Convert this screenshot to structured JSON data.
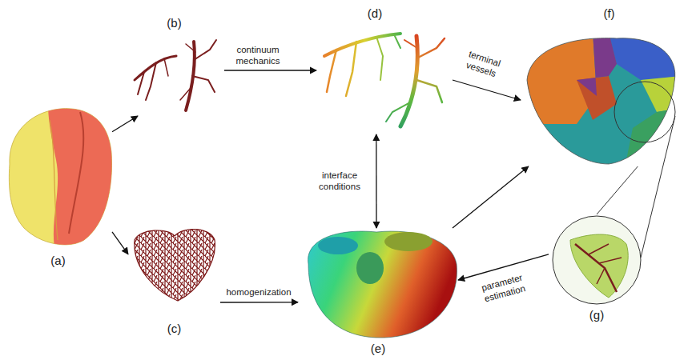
{
  "diagram": {
    "nodes": [
      {
        "text": [
          "(a)"
        ]
      },
      {
        "text": [
          "(b)"
        ]
      },
      {
        "text": [
          "(c)"
        ]
      },
      {
        "text": [
          "(d)"
        ]
      },
      {
        "text": [
          "(e)"
        ]
      },
      {
        "text": [
          "(f)"
        ]
      },
      {
        "text": [
          "(g)"
        ]
      }
    ],
    "edges": [
      {
        "from": 0,
        "to": 1,
        "arrow": "to"
      },
      {
        "from": 0,
        "to": 2,
        "arrow": "to"
      },
      {
        "from": 1,
        "to": 3,
        "label": "continuum mechanics",
        "arrow": "to"
      },
      {
        "from": 3,
        "to": 5,
        "label": "terminal vessels",
        "arrow": "to"
      },
      {
        "from": 2,
        "to": 4,
        "label": "homogenization",
        "arrow": "to"
      },
      {
        "from": 3,
        "to": 4,
        "label": "interface conditions",
        "arrow": "both"
      },
      {
        "from": 4,
        "to": 5,
        "arrow": "to"
      },
      {
        "from": 6,
        "to": 4,
        "label": "parameter estimation",
        "arrow": "to"
      },
      {
        "from": 5,
        "to": 6,
        "arrow": "none"
      }
    ]
  }
}
